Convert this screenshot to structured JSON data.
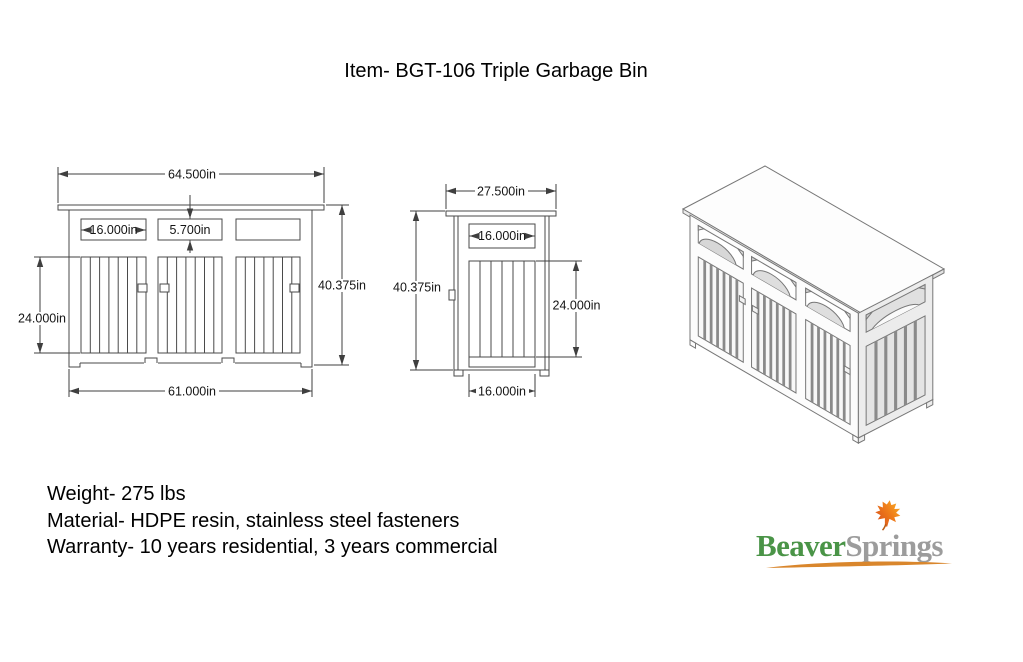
{
  "title": "Item- BGT-106 Triple Garbage Bin",
  "front_view": {
    "dim_top_width": "64.500in",
    "dim_opening_width": "16.000in",
    "dim_opening_height": "5.700in",
    "dim_total_height": "40.375in",
    "dim_door_height": "24.000in",
    "dim_base_width": "61.000in"
  },
  "side_view": {
    "dim_top_depth": "27.500in",
    "dim_opening_width": "16.000in",
    "dim_total_height": "40.375in",
    "dim_panel_height": "24.000in",
    "dim_base_depth": "16.000in"
  },
  "specs": {
    "weight": "Weight- 275 lbs",
    "material": "Material- HDPE resin, stainless steel fasteners",
    "warranty": "Warranty- 10 years residential, 3 years commercial"
  },
  "logo": {
    "text_primary": "Beaver",
    "text_secondary": "Springs",
    "color_primary": "#4a9447",
    "color_secondary": "#9c9c9c",
    "swoosh_color": "#d9862c",
    "leaf_colors": [
      "#d4491c",
      "#ef7c1a",
      "#f9b428"
    ]
  }
}
